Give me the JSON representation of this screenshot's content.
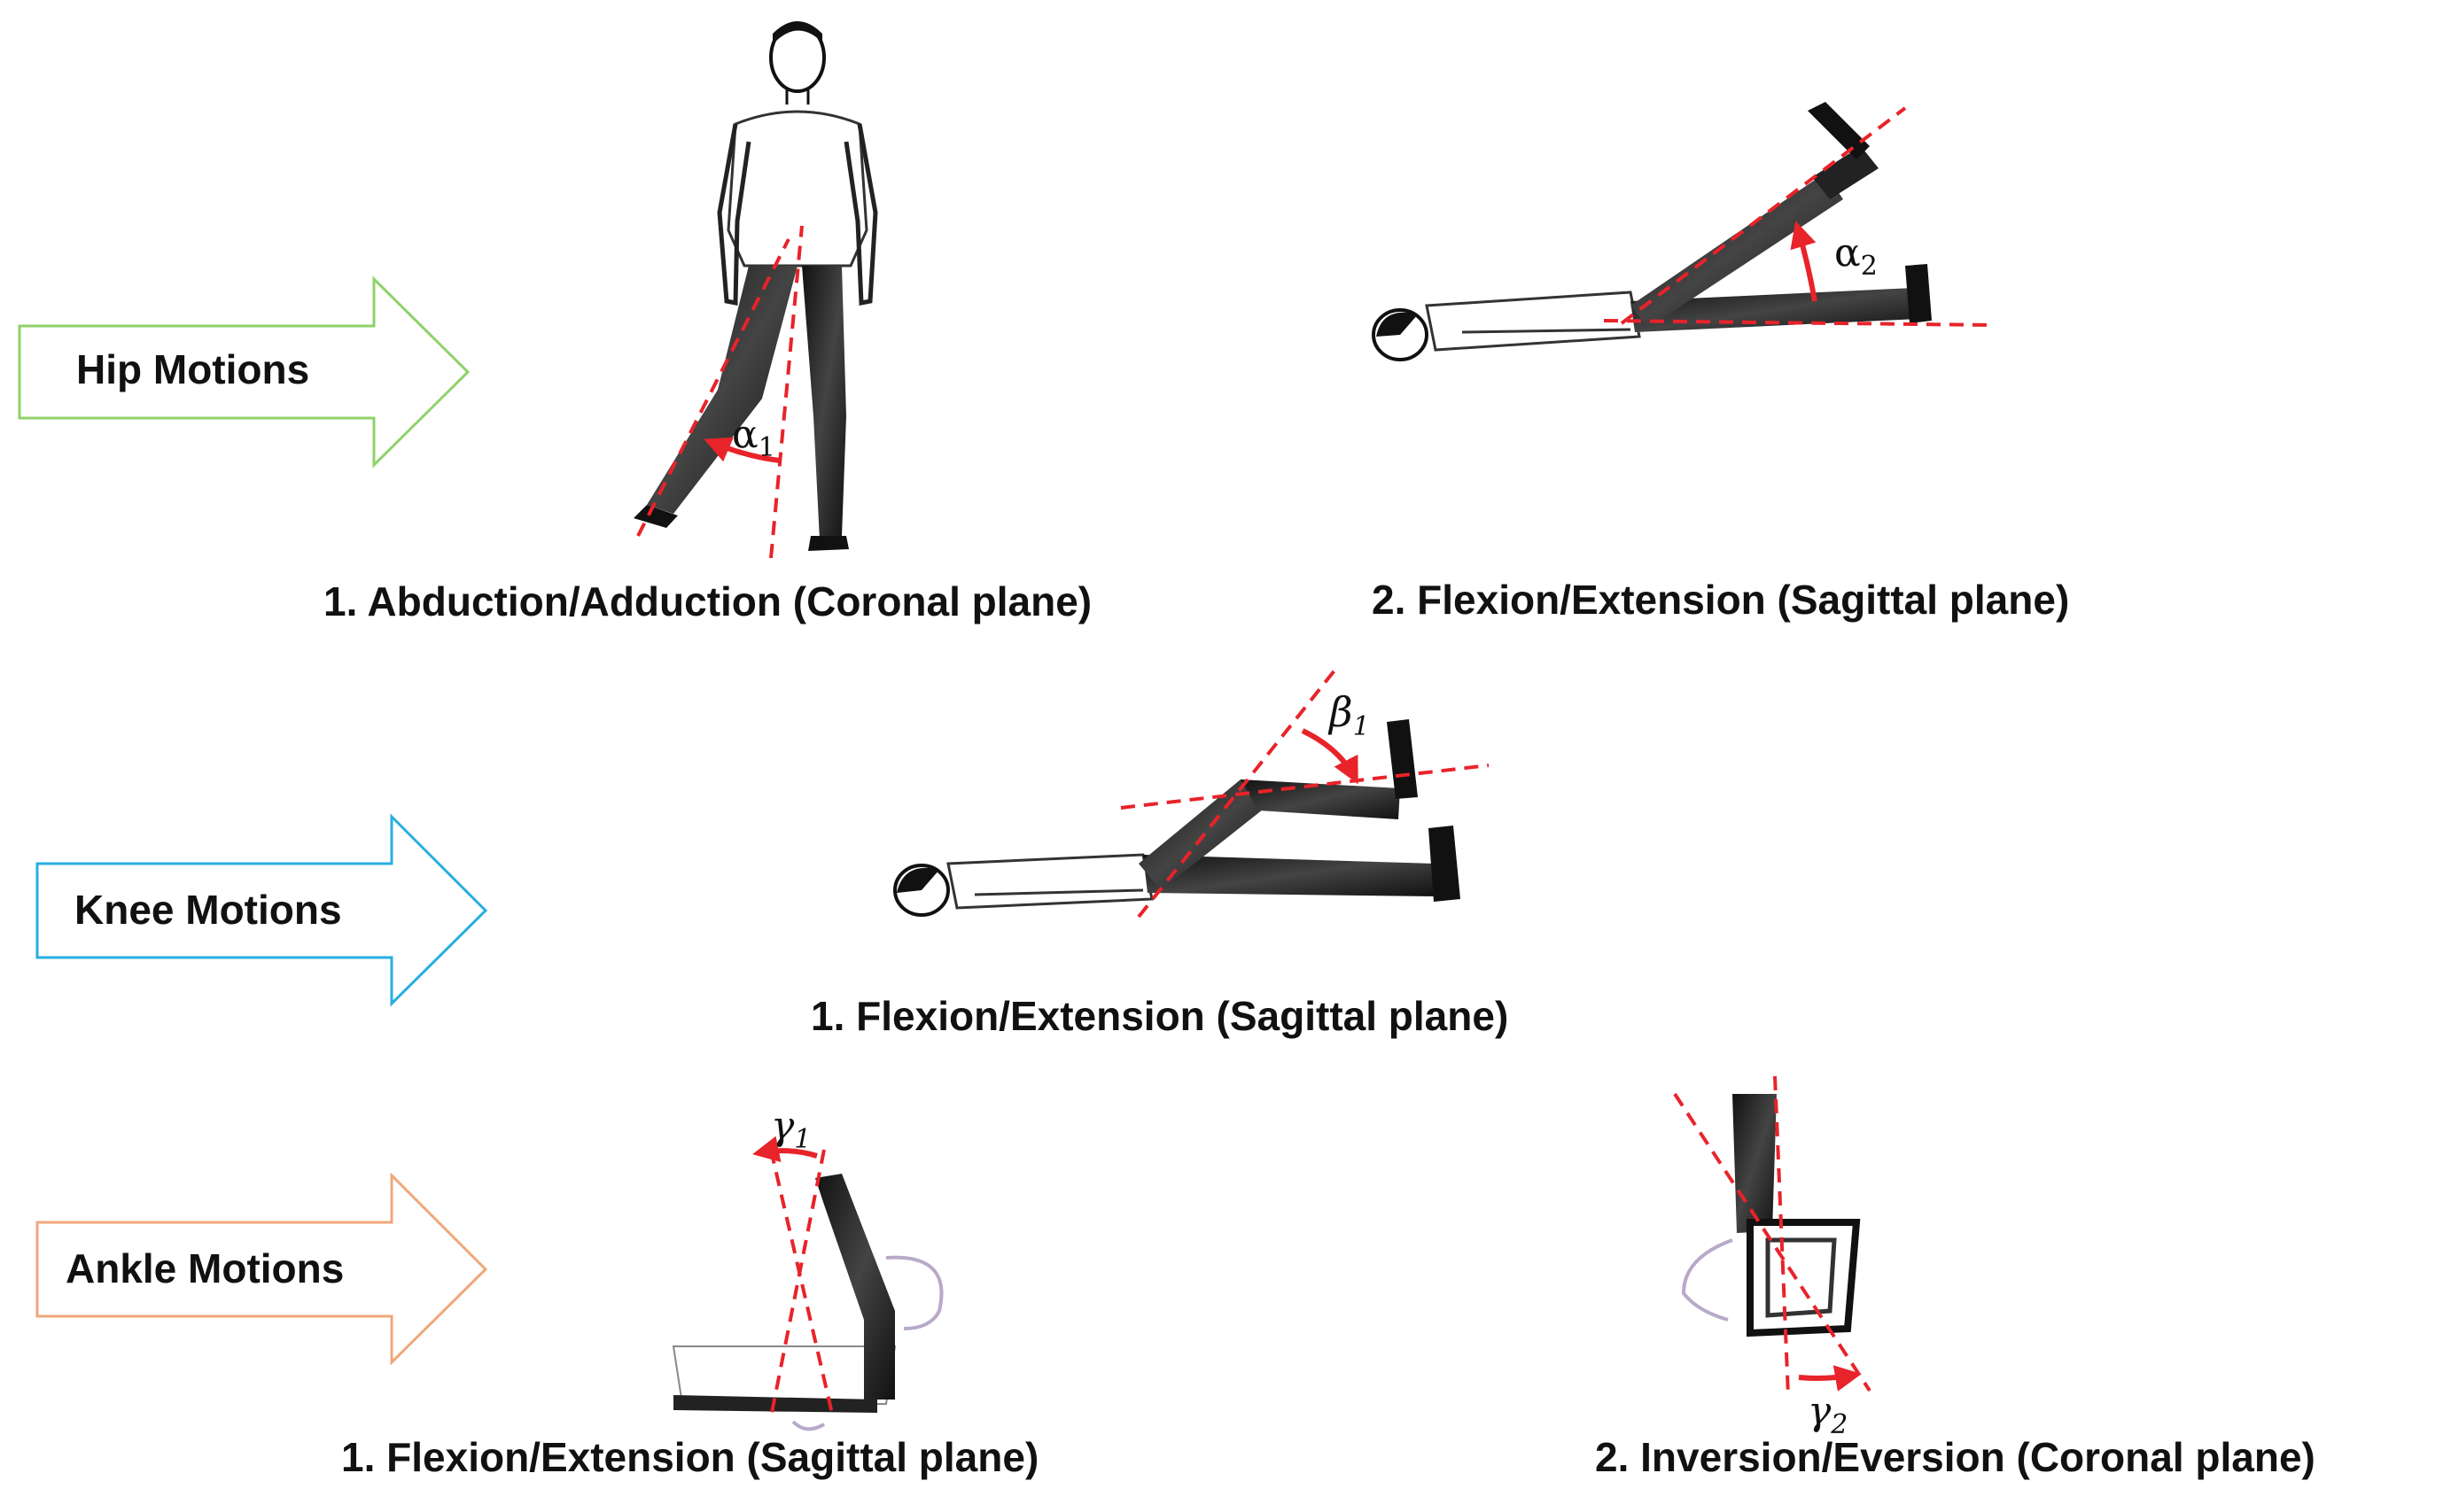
{
  "rows": {
    "hip": {
      "label": "Hip Motions",
      "arrow_color": "#8ed26a",
      "captions": [
        "1. Abduction/Adduction (Coronal plane)",
        "2. Flexion/Extension (Sagittal plane)"
      ],
      "angles": [
        "α",
        "α"
      ],
      "angle_subs": [
        "1",
        "2"
      ]
    },
    "knee": {
      "label": "Knee Motions",
      "arrow_color": "#29aee0",
      "captions": [
        "1. Flexion/Extension (Sagittal plane)"
      ],
      "angles": [
        "β"
      ],
      "angle_subs": [
        "1"
      ]
    },
    "ankle": {
      "label": "Ankle Motions",
      "arrow_color": "#f0a77a",
      "captions": [
        "1. Flexion/Extension (Sagittal plane)",
        "2. Inversion/Eversion (Coronal plane)"
      ],
      "angles": [
        "γ",
        "γ"
      ],
      "angle_subs": [
        "1",
        "2"
      ]
    }
  },
  "colors": {
    "guide_line": "#e8232a",
    "figure": "#1a1a1a",
    "text": "#111111"
  }
}
